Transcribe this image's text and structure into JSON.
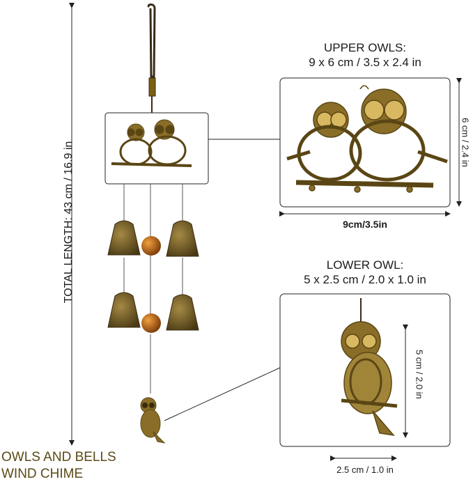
{
  "total_length_label": "TOTAL LENGTH: 43 cm / 16.9 in",
  "upper": {
    "title_line1": "UPPER OWLS:",
    "title_line2": "9 x 6 cm / 3.5 x 2.4 in",
    "width_label": "9cm/3.5in",
    "height_label": "6 cm / 2.4 in"
  },
  "lower": {
    "title_line1": "LOWER OWL:",
    "title_line2": "5 x 2.5 cm / 2.0 x 1.0 in",
    "width_label": "2.5 cm / 1.0 in",
    "height_label": "5 cm / 2.0 in"
  },
  "product_title": {
    "line1": "OWLS AND BELLS",
    "line2": "WIND CHIME"
  },
  "colors": {
    "bronze": "#8a6e28",
    "bronze_dark": "#5a4614",
    "bead": "#b86a1a",
    "cord": "#3a2a1a"
  }
}
